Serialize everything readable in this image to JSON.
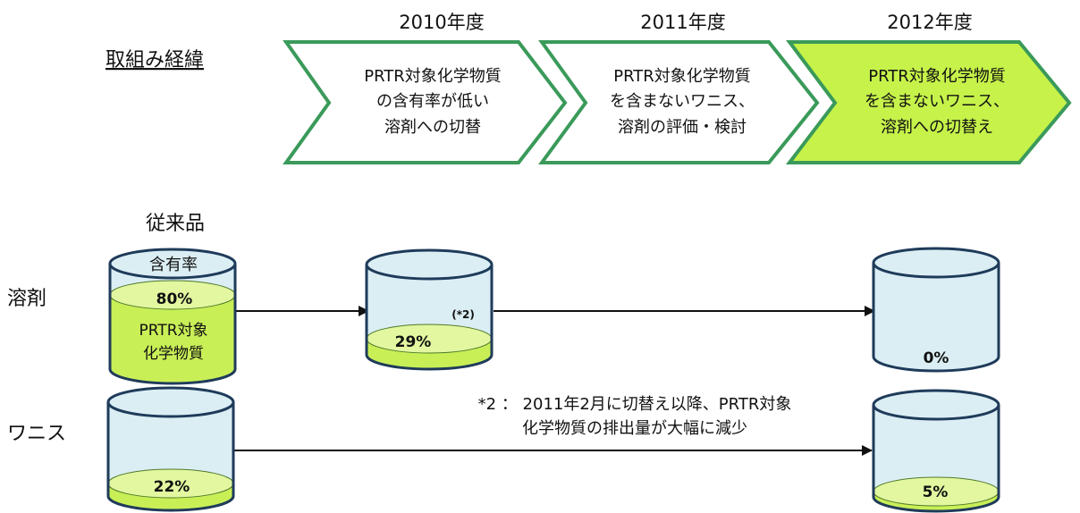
{
  "header": {
    "history_label": "取組み経緯",
    "years": [
      "2010年度",
      "2011年度",
      "2012年度"
    ]
  },
  "chevrons": [
    {
      "lines": [
        "PRTR対象化学物質",
        "の含有率が低い",
        "溶剤への切替"
      ],
      "highlight": false
    },
    {
      "lines": [
        "PRTR対象化学物質",
        "を含まないワニス、",
        "溶剤の評価・検討"
      ],
      "highlight": false
    },
    {
      "lines": [
        "PRTR対象化学物質",
        "を含まないワニス、",
        "溶剤への切替え"
      ],
      "highlight": true
    }
  ],
  "legend": {
    "conventional_label": "従来品",
    "content_rate_label": "含有率",
    "prtr_lines": [
      "PRTR対象",
      "化学物質"
    ]
  },
  "rows": [
    {
      "label": "溶剤",
      "values": [
        "80%",
        "29%",
        "0%"
      ],
      "fill_fraction": [
        0.8,
        0.29,
        0.0
      ],
      "footnote_mark": "(*2)"
    },
    {
      "label": "ワニス",
      "values": [
        "22%",
        "5%"
      ],
      "fill_fraction": [
        0.22,
        0.05
      ]
    }
  ],
  "footnote": {
    "lines": [
      "*2 ： 2011年2月に切替え以降、PRTR対象",
      "化学物質の排出量が大幅に減少"
    ]
  },
  "colors": {
    "chevron_border": "#3a9a5a",
    "chevron_highlight": "#c6f24a",
    "cylinder_fill": "#dbeef4",
    "cylinder_stroke": "#1f3b5a",
    "liquid": "#c9ef57",
    "liquid_top": "#e2f7a0"
  }
}
